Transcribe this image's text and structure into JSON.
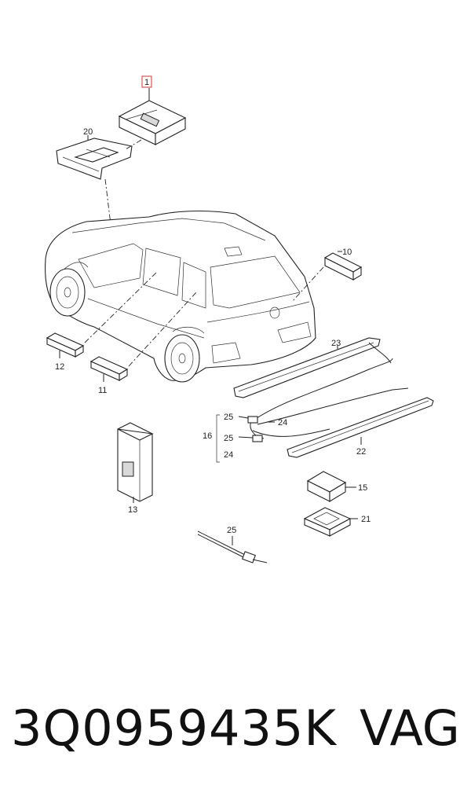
{
  "callouts": {
    "c1": "1",
    "c10": "10",
    "c11": "11",
    "c12": "12",
    "c13": "13",
    "c15": "15",
    "c16": "16",
    "c20": "20",
    "c21": "21",
    "c22": "22",
    "c23": "23",
    "c24a": "24",
    "c24b": "24",
    "c25a": "25",
    "c25b": "25",
    "c25c": "25"
  },
  "highlight_color": "#e0312f",
  "caption": {
    "part_number": "3Q0959435K",
    "brand": "VAG"
  }
}
